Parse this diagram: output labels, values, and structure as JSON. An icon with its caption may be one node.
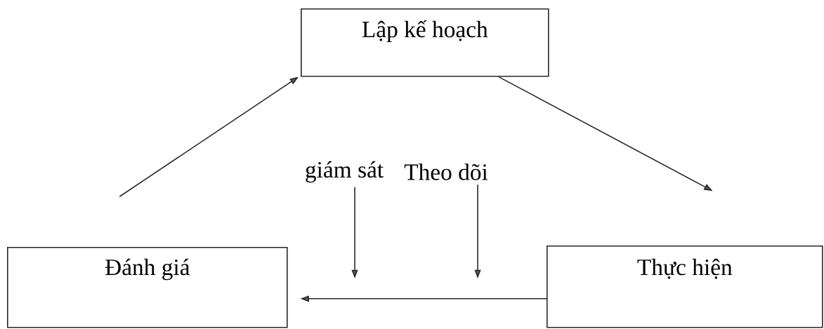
{
  "diagram": {
    "nodes": [
      {
        "text": [
          "Lập kế hoạch"
        ]
      },
      {
        "text": [
          "Đánh giá"
        ]
      },
      {
        "text": [
          "Thực hiện"
        ]
      },
      {
        "text": [
          "giám sát"
        ]
      },
      {
        "text": [
          "Theo dõi"
        ]
      }
    ],
    "edges": [
      {
        "from": 1,
        "to": 0,
        "arrow": "to"
      },
      {
        "from": 0,
        "to": 2,
        "arrow": "to"
      },
      {
        "from": 2,
        "to": 1,
        "arrow": "to"
      },
      {
        "from": 3,
        "to": null,
        "arrow": "to"
      },
      {
        "from": 4,
        "to": null,
        "arrow": "to"
      }
    ]
  }
}
